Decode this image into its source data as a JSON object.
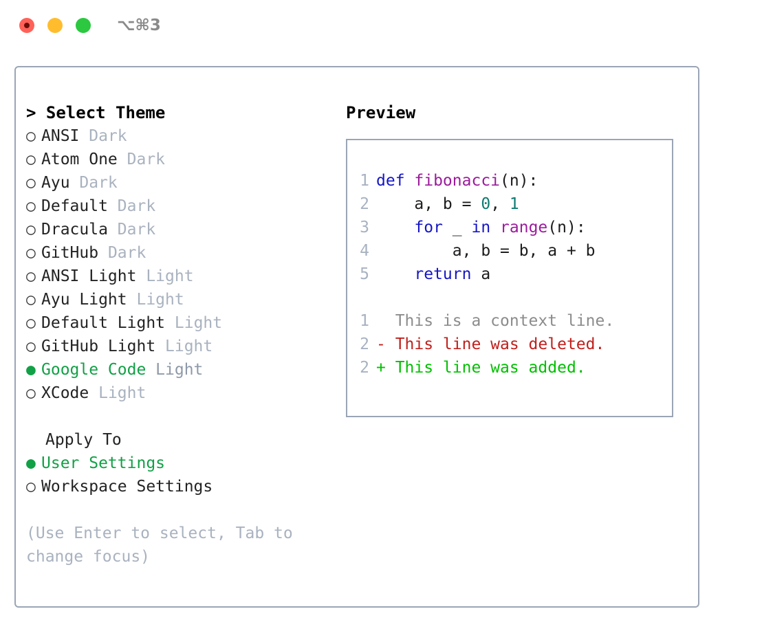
{
  "window": {
    "traffic_lights": [
      "close",
      "minimize",
      "maximize"
    ],
    "shortcut": "⌥⌘3",
    "colors": {
      "close": "#ff6159",
      "minimize": "#ffbd2e",
      "maximize": "#2bc840",
      "panel_border": "#9aa5b5",
      "accent_green": "#12a046",
      "muted": "#a9b2bf"
    }
  },
  "theme_picker": {
    "header": "> Select Theme",
    "bullet_selected": "●",
    "bullet_unselected": "○",
    "items": [
      {
        "name": "ANSI",
        "badge": "Dark",
        "selected": false
      },
      {
        "name": "Atom One",
        "badge": "Dark",
        "selected": false
      },
      {
        "name": "Ayu",
        "badge": "Dark",
        "selected": false
      },
      {
        "name": "Default",
        "badge": "Dark",
        "selected": false
      },
      {
        "name": "Dracula",
        "badge": "Dark",
        "selected": false
      },
      {
        "name": "GitHub",
        "badge": "Dark",
        "selected": false
      },
      {
        "name": "ANSI Light",
        "badge": "Light",
        "selected": false
      },
      {
        "name": "Ayu Light",
        "badge": "Light",
        "selected": false
      },
      {
        "name": "Default Light",
        "badge": "Light",
        "selected": false
      },
      {
        "name": "GitHub Light",
        "badge": "Light",
        "selected": false
      },
      {
        "name": "Google Code",
        "badge": "Light",
        "selected": true
      },
      {
        "name": "XCode",
        "badge": "Light",
        "selected": false
      }
    ]
  },
  "apply_to": {
    "header": "Apply To",
    "items": [
      {
        "name": "User Settings",
        "selected": true
      },
      {
        "name": "Workspace Settings",
        "selected": false
      }
    ]
  },
  "hint": "(Use Enter to select, Tab to change focus)",
  "preview": {
    "header": "Preview",
    "code_lines": [
      {
        "number": "1",
        "tokens": [
          {
            "text": "def ",
            "type": "kw"
          },
          {
            "text": "fibonacci",
            "type": "fn"
          },
          {
            "text": "(n):",
            "type": "plain"
          }
        ]
      },
      {
        "number": "2",
        "tokens": [
          {
            "text": "    a, b = ",
            "type": "plain"
          },
          {
            "text": "0",
            "type": "num"
          },
          {
            "text": ", ",
            "type": "plain"
          },
          {
            "text": "1",
            "type": "num"
          }
        ]
      },
      {
        "number": "3",
        "tokens": [
          {
            "text": "    ",
            "type": "plain"
          },
          {
            "text": "for",
            "type": "kw"
          },
          {
            "text": " _ ",
            "type": "plain"
          },
          {
            "text": "in",
            "type": "kw"
          },
          {
            "text": " ",
            "type": "plain"
          },
          {
            "text": "range",
            "type": "fn"
          },
          {
            "text": "(n):",
            "type": "plain"
          }
        ]
      },
      {
        "number": "4",
        "tokens": [
          {
            "text": "        a, b = b, a + b",
            "type": "plain"
          }
        ]
      },
      {
        "number": "5",
        "tokens": [
          {
            "text": "    ",
            "type": "plain"
          },
          {
            "text": "return",
            "type": "kw"
          },
          {
            "text": " a",
            "type": "plain"
          }
        ]
      }
    ],
    "diff_lines": [
      {
        "number": "1",
        "marker": "  ",
        "text": "This is a context line.",
        "type": "context"
      },
      {
        "number": "2",
        "marker": "- ",
        "text": "This line was deleted.",
        "type": "del"
      },
      {
        "number": "2",
        "marker": "+ ",
        "text": "This line was added.",
        "type": "add"
      }
    ]
  }
}
